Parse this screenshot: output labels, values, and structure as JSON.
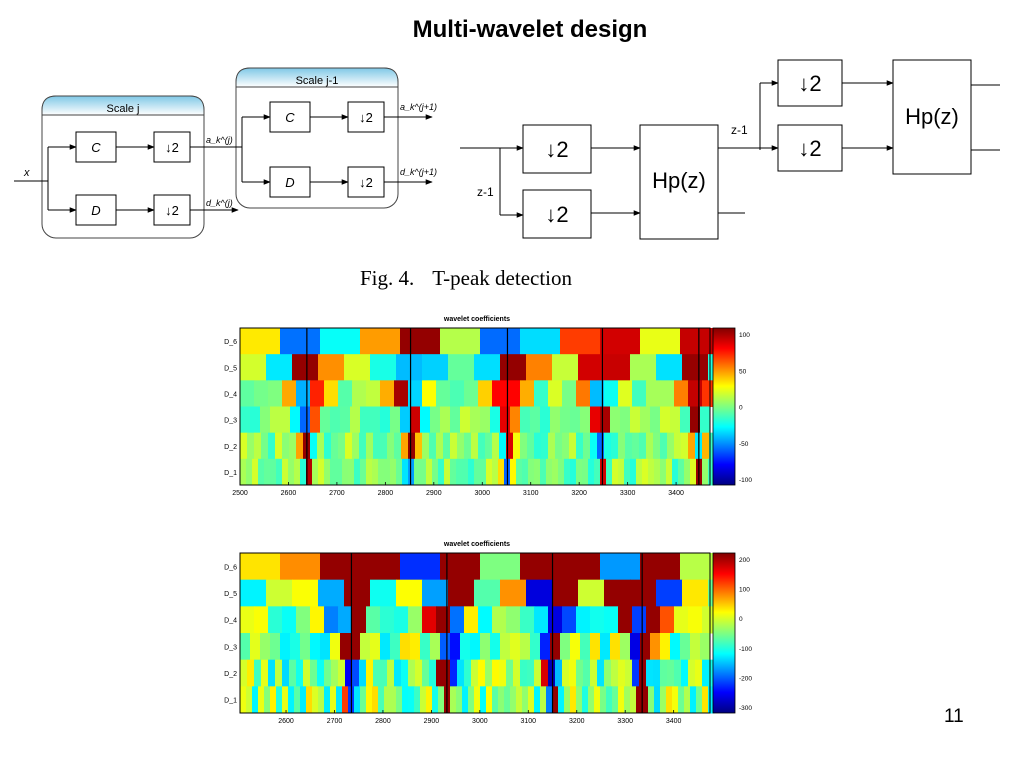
{
  "slide": {
    "title": "Multi-wavelet design",
    "page_number": "11"
  },
  "diagram_left": {
    "scale_j": "Scale j",
    "scale_j_minus_1": "Scale j-1",
    "input": "x",
    "block_c": "C",
    "block_d": "D",
    "downsample": "↓2",
    "approx_out": "a_k^(j)",
    "detail_out": "d_k^(j)",
    "approx_out_next": "a_k^(j+1)",
    "detail_out_next": "d_k^(j+1)"
  },
  "diagram_right": {
    "downsample": "↓2",
    "filter": "Hp(z)",
    "delay": "z-1"
  },
  "figure_caption": {
    "number": "Fig. 4.",
    "text": "T-peak detection"
  },
  "heatmaps": [
    {
      "title": "wavelet coefficients",
      "row_labels": [
        "D_6",
        "D_5",
        "D_4",
        "D_3",
        "D_2",
        "D_1"
      ],
      "x_ticks": [
        "2500",
        "2600",
        "2700",
        "2800",
        "2900",
        "3000",
        "3100",
        "3200",
        "3300",
        "3400"
      ],
      "colorbar_ticks": [
        "100",
        "50",
        "0",
        "-50",
        "-100"
      ],
      "peak_lines_x": [
        2638,
        2852,
        3052,
        3248,
        3447
      ]
    },
    {
      "title": "wavelet coefficients",
      "row_labels": [
        "D_6",
        "D_5",
        "D_4",
        "D_3",
        "D_2",
        "D_1"
      ],
      "x_ticks": [
        "2600",
        "2700",
        "2800",
        "2900",
        "3000",
        "3100",
        "3200",
        "3300",
        "3400"
      ],
      "colorbar_ticks": [
        "200",
        "100",
        "0",
        "-100",
        "-200",
        "-300"
      ],
      "peak_lines_x": [
        2735,
        2932,
        3150,
        3335
      ]
    }
  ]
}
